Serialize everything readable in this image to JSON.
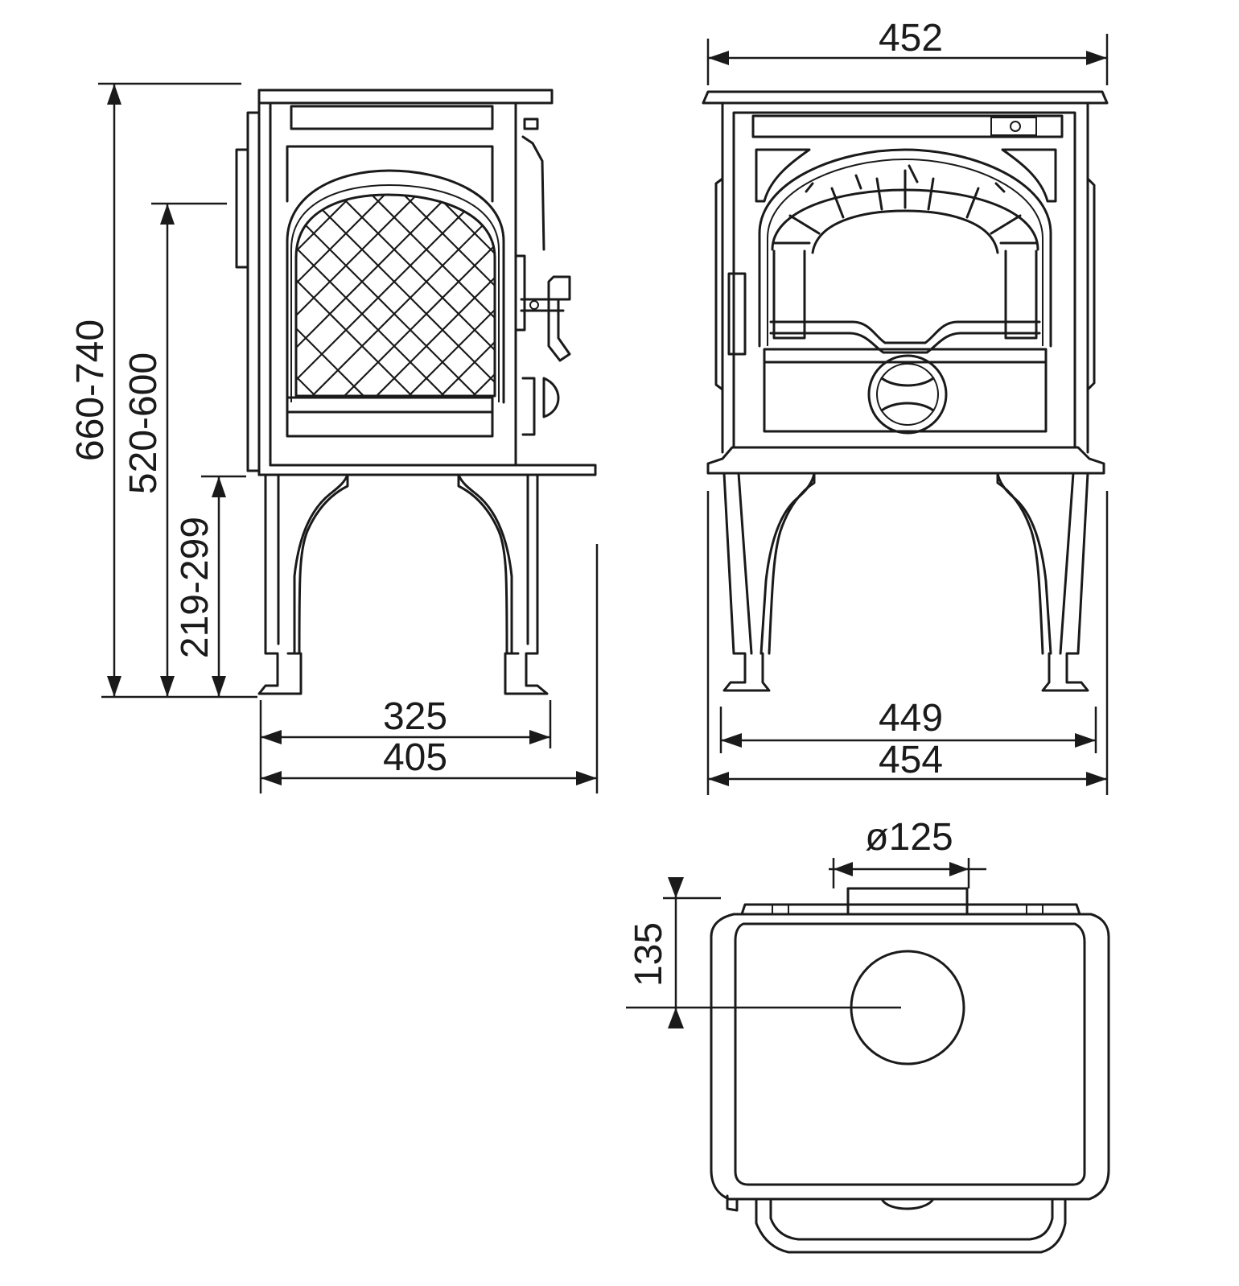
{
  "side_view": {
    "height_total": "660-740",
    "height_flue": "520-600",
    "height_legs": "219-299",
    "depth_inner": "325",
    "depth_total": "405"
  },
  "front_view": {
    "width_top": "452",
    "width_inner": "449",
    "width_total": "454"
  },
  "top_view": {
    "flue_diameter": "ø125",
    "flue_offset": "135"
  }
}
